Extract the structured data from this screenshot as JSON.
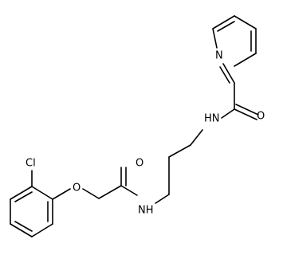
{
  "molecule": {
    "atom_labels": {
      "cl": "Cl",
      "ether_o": "O",
      "amide1_o": "O",
      "amide1_nh": "NH",
      "amide2_nh": "HN",
      "amide2_o": "O",
      "pyridine_n": "N"
    },
    "colors": {
      "bond": "#000000",
      "background": "#ffffff"
    }
  }
}
